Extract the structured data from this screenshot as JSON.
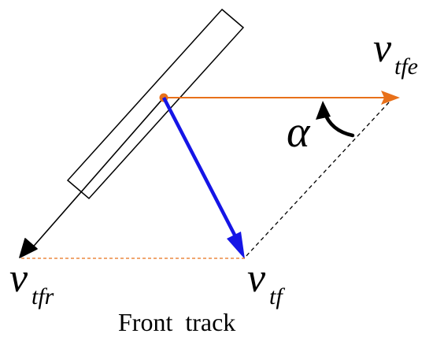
{
  "labels": {
    "v_tfe": {
      "main": "v",
      "sub": "tfe"
    },
    "v_tfr": {
      "main": "v",
      "sub": "tfr"
    },
    "v_tf": {
      "main": "v",
      "sub": "tf"
    },
    "alpha": "α",
    "caption": "Front  track"
  },
  "colors": {
    "orange_vector": "#e8701a",
    "blue_vector": "#1515e6",
    "black": "#000000",
    "orange_dashed": "#e8701a"
  }
}
